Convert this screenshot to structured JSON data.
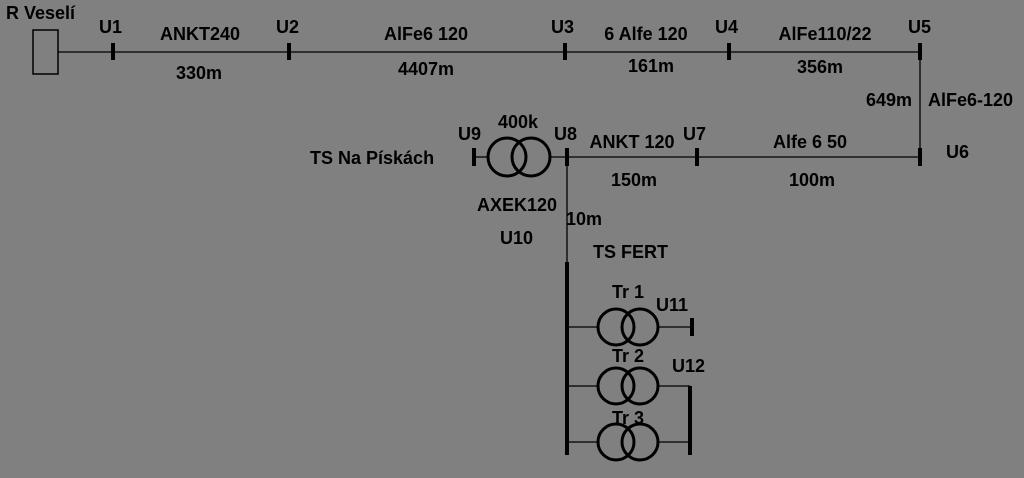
{
  "source": {
    "name": "R Veselí"
  },
  "nodes": {
    "u1": "U1",
    "u2": "U2",
    "u3": "U3",
    "u4": "U4",
    "u5": "U5",
    "u6": "U6",
    "u7": "U7",
    "u8": "U8",
    "u9": "U9",
    "u10": "U10",
    "u11": "U11",
    "u12": "U12"
  },
  "lines": {
    "u1_u2": {
      "type": "ANKT240",
      "length": "330m"
    },
    "u2_u3": {
      "type": "AlFe6 120",
      "length": "4407m"
    },
    "u3_u4": {
      "type": "6 Alfe 120",
      "length": "161m"
    },
    "u4_u5": {
      "type": "AlFe110/22",
      "length": "356m"
    },
    "u5_u6": {
      "type": "AlFe6-120",
      "length": "649m"
    },
    "u6_u7": {
      "type": "Alfe 6 50",
      "length": "100m"
    },
    "u7_u8": {
      "type": "ANKT 120",
      "length": "150m"
    },
    "u8_u10": {
      "type": "AXEK120",
      "length": "10m"
    }
  },
  "stations": {
    "na_piskach": {
      "name": "TS Na Pískách",
      "transformer_rating": "400k"
    },
    "fert": {
      "name": "TS FERT",
      "transformers": [
        "Tr 1",
        "Tr 2",
        "Tr 3"
      ]
    }
  }
}
